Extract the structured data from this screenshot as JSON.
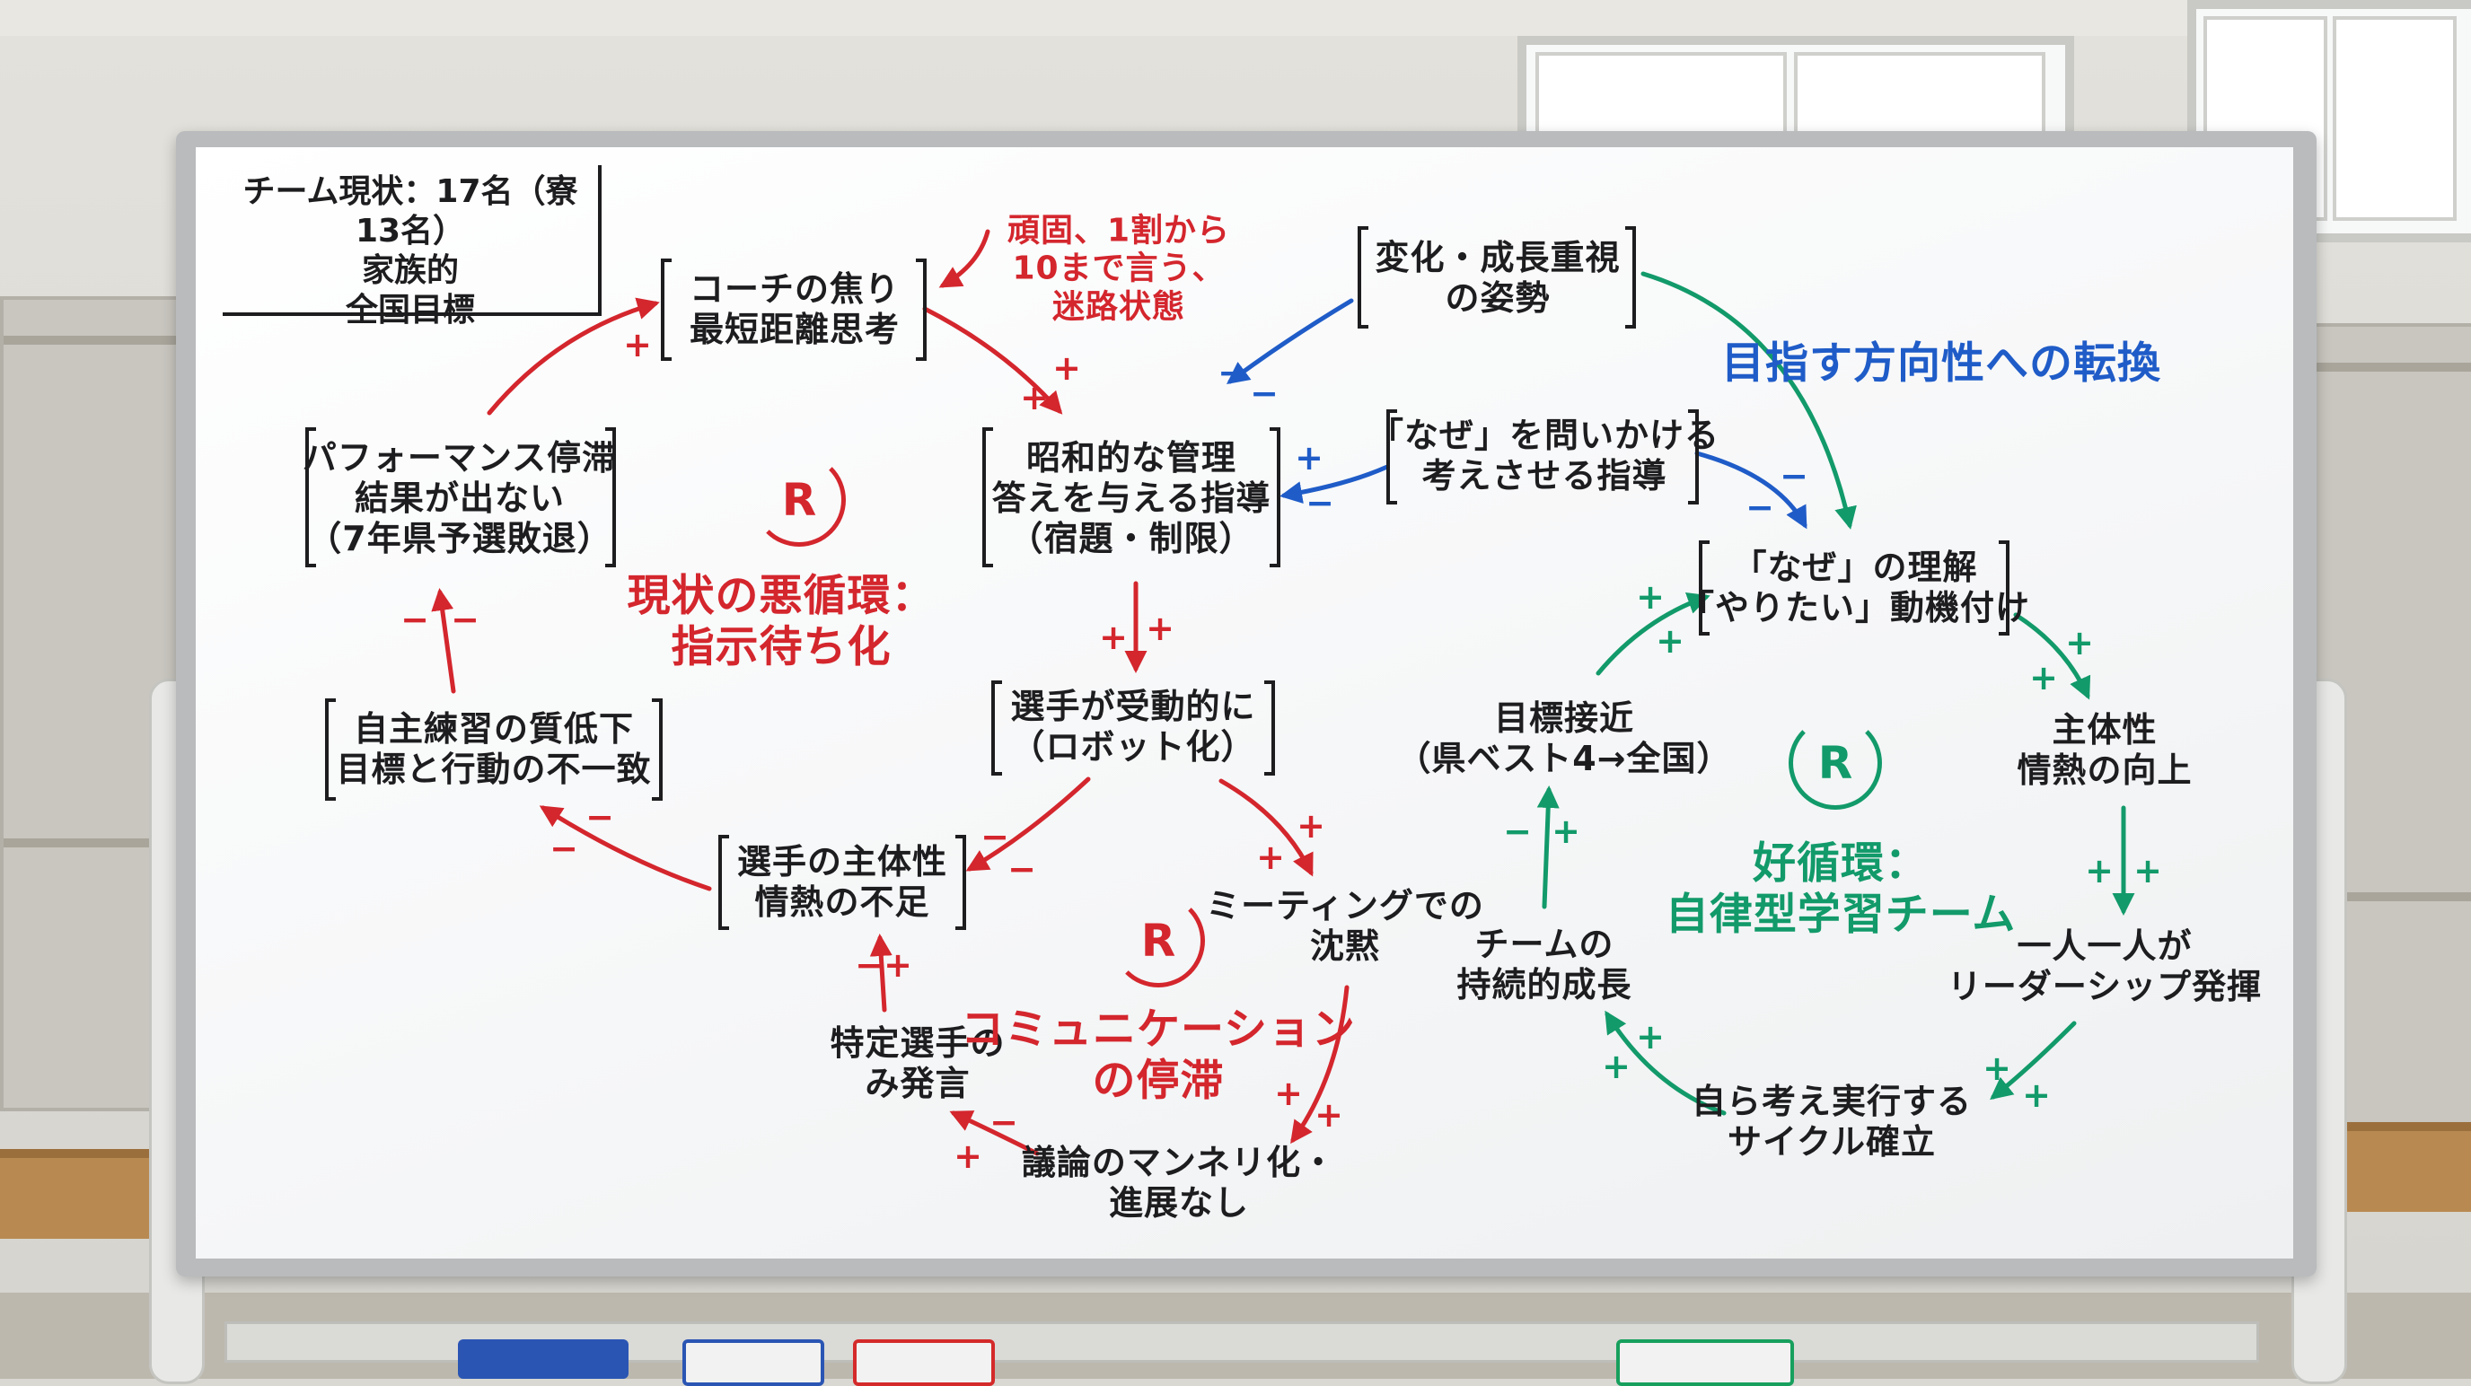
{
  "status": {
    "lines": "チーム現状：17名（寮13名）\n家族的\n全国目標"
  },
  "nodes": {
    "coach": "コーチの焦り\n最短距離思考",
    "showa": "昭和的な管理\n答えを与える指導\n（宿題・制限）",
    "passive": "選手が受動的に\n（ロボット化）",
    "lack": "選手の主体性\n情熱の不足",
    "practice": "自主練習の質低下\n目標と行動の不一致",
    "perf": "パフォーマンス停滞\n結果が出ない\n（7年県予選敗退）",
    "meeting": "ミーティングでの\n沈黙",
    "mannerism": "議論のマンネリ化・\n進展なし",
    "specific": "特定選手の\nみ発言",
    "change": "変化・成長重視\nの姿勢",
    "naze_q": "「なぜ」を問いかける\n考えさせる指導",
    "naze_u": "「なぜ」の理解\n「やりたい」動機付け",
    "subjectivity": "主体性\n情熱の向上",
    "leadership": "一人一人が\nリーダーシップ発揮",
    "cycle": "自ら考え実行する\nサイクル確立",
    "sustain": "チームの\n持続的成長",
    "goal": "目標接近\n（県ベスト4→全国）"
  },
  "notes": {
    "stubborn": "頑固、1割から\n10まで言う、\n迷路状態"
  },
  "loops": {
    "vicious_title": "現状の悪循環：\n指示待ち化",
    "comm_title": "コミュニケーション\nの停滞",
    "virtuous_title": "好循環：\n自律型学習チーム",
    "direction_title": "目指す方向性への転換",
    "r_label": "R"
  },
  "signs": {
    "plus": "+",
    "minus": "−"
  },
  "colors": {
    "red": "#d4262d",
    "green": "#129a6a",
    "blue": "#1f5cc8",
    "ink": "#1d1d1f",
    "board": "#ffffff"
  }
}
